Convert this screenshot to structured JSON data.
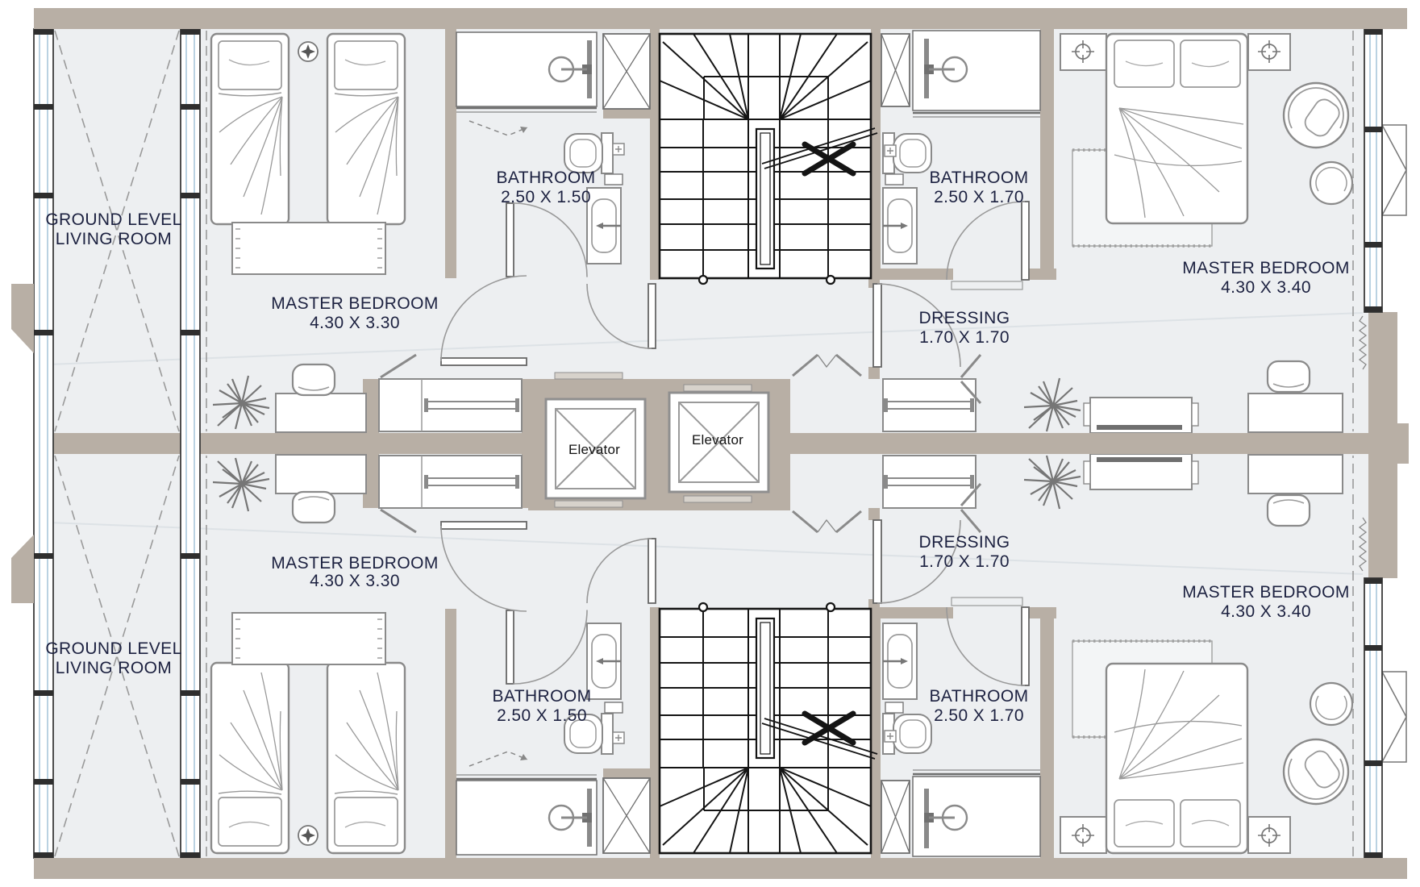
{
  "plan": {
    "title": "Duplex residential floor plan - upper level",
    "labels": {
      "living_top": {
        "line1": "GROUND LEVEL",
        "line2": "LIVING ROOM"
      },
      "living_bottom": {
        "line1": "GROUND LEVEL",
        "line2": "LIVING ROOM"
      },
      "master_left_top": {
        "line1": "MASTER BEDROOM",
        "line2": "4.30 X 3.30"
      },
      "master_left_bottom": {
        "line1": "MASTER BEDROOM",
        "line2": "4.30 X 3.30"
      },
      "bath_small_top": {
        "line1": "BATHROOM",
        "line2": "2.50 X 1.50"
      },
      "bath_small_bottom": {
        "line1": "BATHROOM",
        "line2": "2.50 X 1.50"
      },
      "bath_large_top": {
        "line1": "BATHROOM",
        "line2": "2.50 X 1.70"
      },
      "bath_large_bottom": {
        "line1": "BATHROOM",
        "line2": "2.50 X 1.70"
      },
      "dressing_top": {
        "line1": "DRESSING",
        "line2": "1.70 X 1.70"
      },
      "dressing_bottom": {
        "line1": "DRESSING",
        "line2": "1.70 X 1.70"
      },
      "master_right_top": {
        "line1": "MASTER BEDROOM",
        "line2": "4.30 X 3.40"
      },
      "master_right_bottom": {
        "line1": "MASTER BEDROOM",
        "line2": "4.30 X 3.40"
      },
      "elevator_left": "Elevator",
      "elevator_right": "Elevator"
    },
    "colors": {
      "wall": "#b8afa5",
      "floor": "#edeff1",
      "stair_line": "#141414",
      "furniture_line": "#8a8a8a",
      "glass": "#a9c7da",
      "label_text": "#1c2140",
      "rug": "#f3f5f6"
    },
    "symbols": [
      "twin-bed",
      "double-bed",
      "nightstand-lamp",
      "ceiling-lamp",
      "staircase",
      "elevator-shaft",
      "toilet",
      "vanity-sink",
      "shower-head",
      "wardrobe-rail",
      "linen-closet",
      "plant",
      "desk",
      "desk-chair",
      "round-chair",
      "ottoman",
      "dresser",
      "rug",
      "door-swing",
      "bifold-door",
      "void-cross"
    ]
  }
}
